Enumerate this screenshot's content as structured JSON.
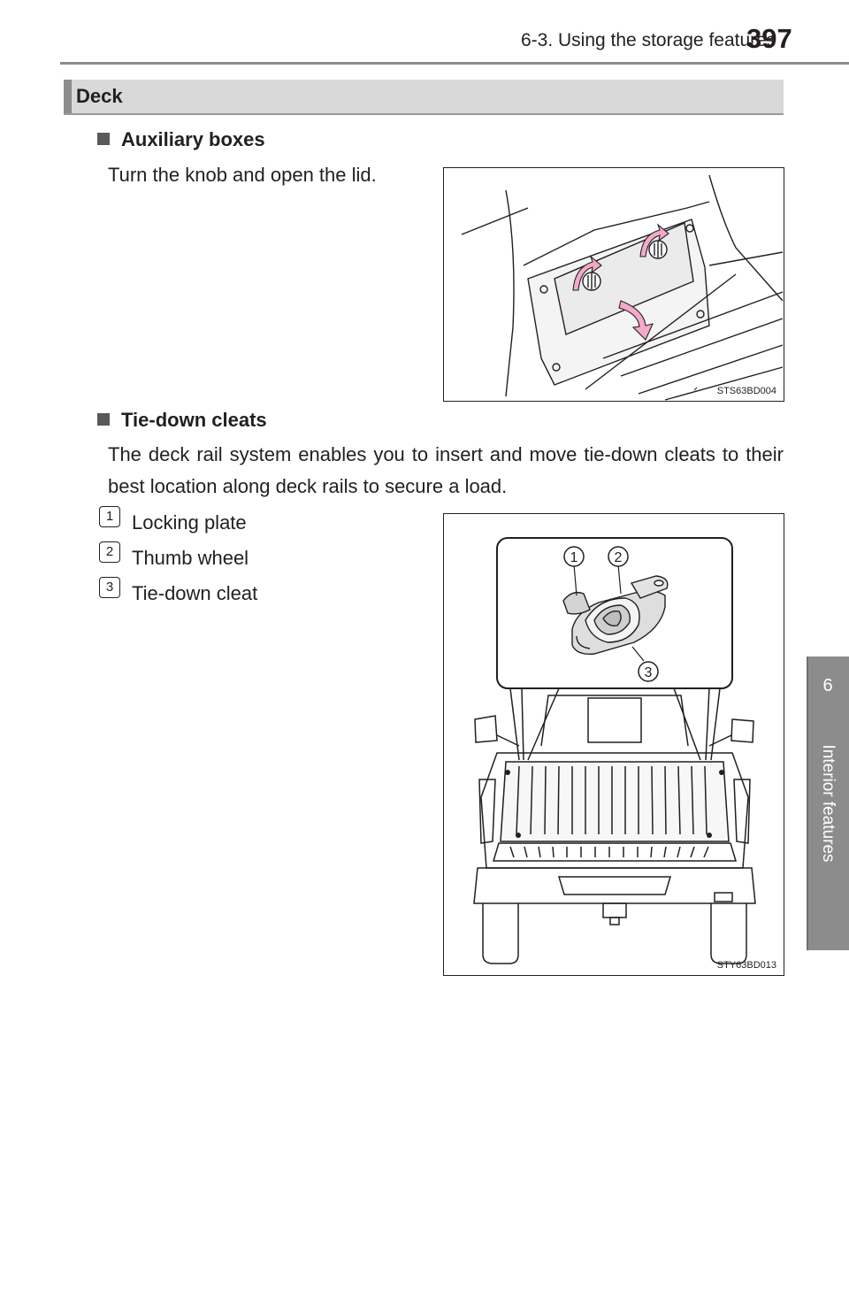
{
  "header": {
    "section": "6-3. Using the storage features",
    "page_number": "397"
  },
  "section_title": "Deck",
  "auxiliary": {
    "heading": "Auxiliary boxes",
    "text": "Turn the knob and open the lid.",
    "figure_code": "STS63BD004"
  },
  "tiedown": {
    "heading": "Tie-down cleats",
    "text": "The deck rail system enables you to insert and move tie-down cleats to their best location along deck rails to secure a load.",
    "legend": [
      {
        "num": "1",
        "label": "Locking plate"
      },
      {
        "num": "2",
        "label": "Thumb wheel"
      },
      {
        "num": "3",
        "label": "Tie-down cleat"
      }
    ],
    "callouts": [
      "1",
      "2",
      "3"
    ],
    "figure_code": "STY63BD013"
  },
  "side_tab": {
    "number": "6",
    "title": "Interior features"
  },
  "colors": {
    "tab_gray": "#8c8c8c",
    "bar_gray": "#d9d9d9",
    "arrow_pink": "#f3a9c9"
  }
}
